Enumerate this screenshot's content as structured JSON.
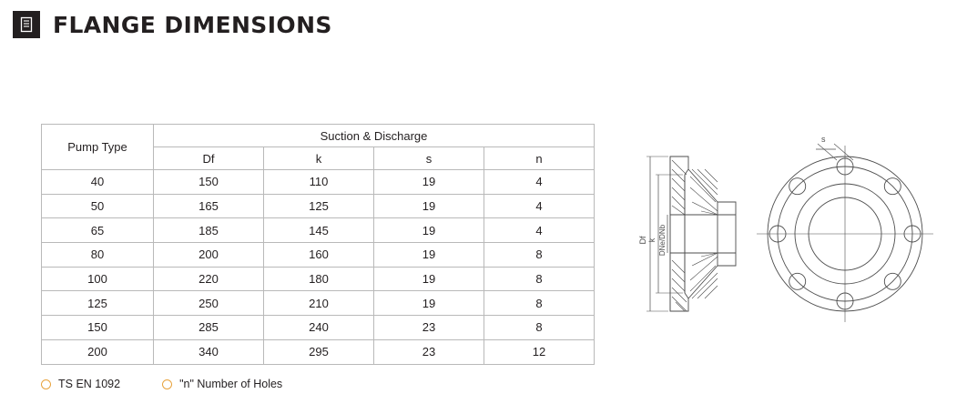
{
  "header": {
    "title": "FLANGE DIMENSIONS",
    "icon": "document-icon"
  },
  "table": {
    "group_headers": {
      "pump_type": "Pump Type",
      "suction_discharge": "Suction & Discharge"
    },
    "columns": [
      "Df",
      "k",
      "s",
      "n"
    ],
    "rows": [
      {
        "type": "40",
        "Df": "150",
        "k": "110",
        "s": "19",
        "n": "4"
      },
      {
        "type": "50",
        "Df": "165",
        "k": "125",
        "s": "19",
        "n": "4"
      },
      {
        "type": "65",
        "Df": "185",
        "k": "145",
        "s": "19",
        "n": "4"
      },
      {
        "type": "80",
        "Df": "200",
        "k": "160",
        "s": "19",
        "n": "8"
      },
      {
        "type": "100",
        "Df": "220",
        "k": "180",
        "s": "19",
        "n": "8"
      },
      {
        "type": "125",
        "Df": "250",
        "k": "210",
        "s": "19",
        "n": "8"
      },
      {
        "type": "150",
        "Df": "285",
        "k": "240",
        "s": "23",
        "n": "8"
      },
      {
        "type": "200",
        "Df": "340",
        "k": "295",
        "s": "23",
        "n": "12"
      }
    ]
  },
  "legend": [
    {
      "label": "TS EN 1092"
    },
    {
      "label": "\"n\" Number of Holes"
    }
  ],
  "drawing": {
    "labels": {
      "s": "s",
      "Df": "Df",
      "k": "k",
      "DNe_DNb": "DNe/DNb"
    }
  },
  "colors": {
    "text": "#231f20",
    "border": "#b9b9b9",
    "accent": "#e8a33d",
    "drawing_line": "#4d4d4d"
  }
}
